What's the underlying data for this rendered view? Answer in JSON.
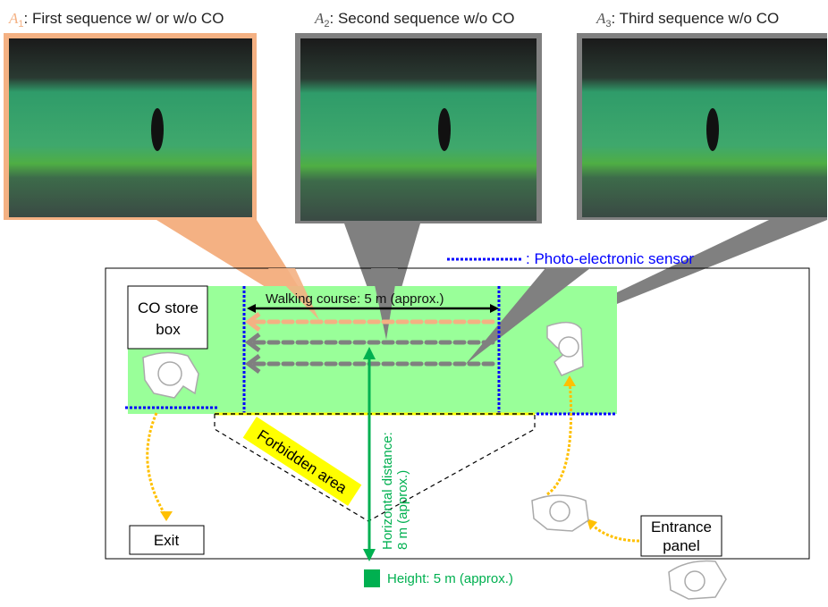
{
  "captions": [
    {
      "var": "A",
      "sub": "1",
      "text": ": First sequence w/ or w/o CO",
      "color": "#f4b183"
    },
    {
      "var": "A",
      "sub": "2",
      "text": ": Second sequence w/o CO",
      "color": "#555555"
    },
    {
      "var": "A",
      "sub": "3",
      "text": ": Third sequence w/o CO",
      "color": "#555555"
    }
  ],
  "legend": {
    "sensor_label": ": Photo-electronic sensor",
    "color": "#0000ff"
  },
  "labels": {
    "co_store_box_line1": "CO store",
    "co_store_box_line2": "box",
    "walking_course": "Walking course: 5 m (approx.)",
    "forbidden_area": "Forbidden area",
    "horizontal_distance_line1": "Horizontal distance:",
    "horizontal_distance_line2": "8 m (approx.)",
    "height": "Height: 5 m  (approx.)",
    "exit": "Exit",
    "entrance_line1": "Entrance",
    "entrance_line2": "panel"
  },
  "colors": {
    "walk_area": "#99ff99",
    "sequence1": "#f4b183",
    "sequence2_3": "#808080",
    "camera_line": "#00b050",
    "route": "#ffc000",
    "forbidden": "#ffff00"
  }
}
